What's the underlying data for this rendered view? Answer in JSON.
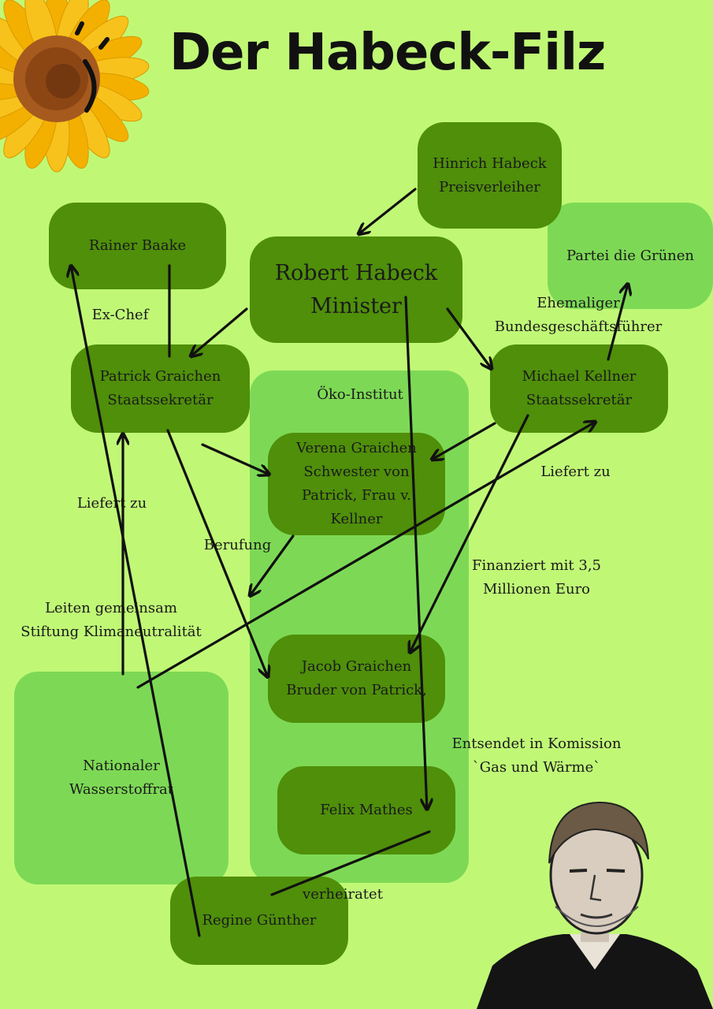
{
  "title": "Der Habeck-Filz",
  "nodes": {
    "hinrich": "Hinrich Habeck\nPreisverleiher",
    "rainer": "Rainer Baake",
    "robert": "Robert Habeck\nMinister",
    "gruenen": "Partei die Grünen",
    "patrick": "Patrick Graichen\nStaatssekretär",
    "oeko": "Öko-Institut",
    "kellner": "Michael Kellner\nStaatssekretär",
    "verena": "Verena Graichen\nSchwester von\nPatrick, Frau v.\nKellner",
    "jacob": "Jacob Graichen\nBruder von Patrick,",
    "wasserstoff": "Nationaler\nWasserstoffrat",
    "felix": "Felix Mathes",
    "regine": "Regine Günther"
  },
  "edges": {
    "exchef": "Ex-Chef",
    "ehemaliger": "Ehemaliger\nBundesgeschäftsführer",
    "liefert_left": "Liefert zu",
    "liefert_right": "Liefert zu",
    "berufung": "Berufung",
    "finanziert": "Finanziert mit 3,5\nMillionen Euro",
    "leiten": "Leiten gemeinsam\nStiftung Klimaneutralität",
    "entsendet": "Entsendet in Komission\n`Gas und Wärme`",
    "verheiratet": "verheiratet"
  },
  "colors": {
    "background": "#c0f876",
    "dark_node": "#4f8f0a",
    "light_node": "#7dd955"
  },
  "icons": {
    "sunflower": "sunflower-icon",
    "portrait": "portrait-image"
  }
}
